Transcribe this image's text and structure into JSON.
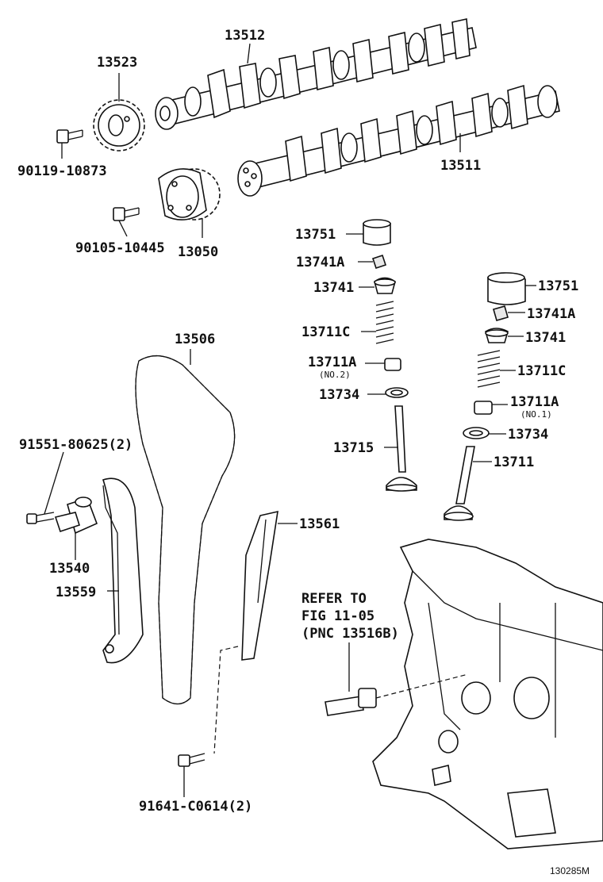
{
  "labels": {
    "p13512": "13512",
    "p13523": "13523",
    "p90119": "90119-10873",
    "p13511": "13511",
    "p90105": "90105-10445",
    "p13050": "13050",
    "p13751a": "13751",
    "p13741a_a": "13741A",
    "p13741_a": "13741",
    "p13711c_a": "13711C",
    "p13711a_a": "13711A",
    "no2": "(NO.2)",
    "p13734_a": "13734",
    "p13715": "13715",
    "p13751b": "13751",
    "p13741a_b": "13741A",
    "p13741_b": "13741",
    "p13711c_b": "13711C",
    "p13711a_b": "13711A",
    "no1": "(NO.1)",
    "p13734_b": "13734",
    "p13711": "13711",
    "p13506": "13506",
    "p91551": "91551-80625(2)",
    "p13561": "13561",
    "p13540": "13540",
    "p13559": "13559",
    "p91641": "91641-C0614(2)"
  },
  "reference": {
    "line1": "REFER TO",
    "line2": "FIG 11-05",
    "line3": "(PNC 13516B)"
  },
  "diagram_code": "130285M"
}
